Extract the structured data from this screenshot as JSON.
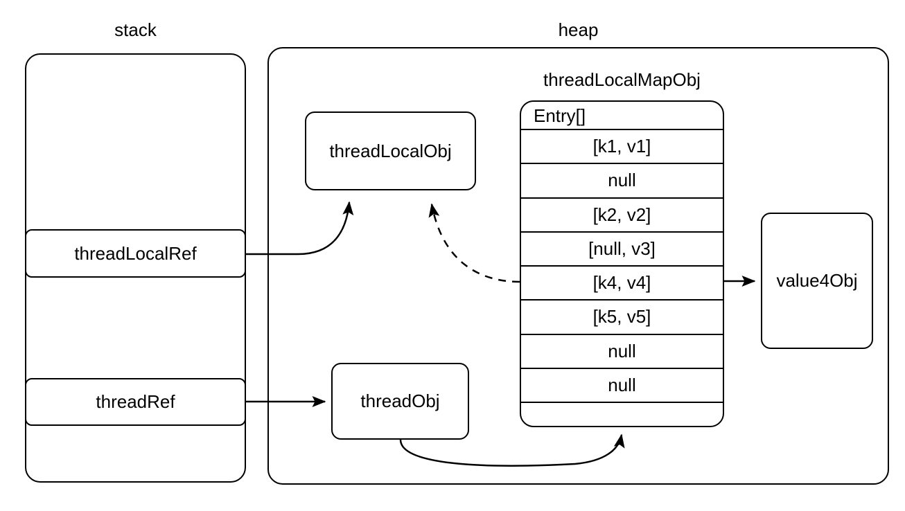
{
  "diagram": {
    "title_stack": "stack",
    "title_heap": "heap",
    "stack": {
      "label": "stack",
      "slots": [
        {
          "name": "threadLocalRef",
          "label": "threadLocalRef"
        },
        {
          "name": "threadRef",
          "label": "threadRef"
        }
      ]
    },
    "heap": {
      "label": "heap",
      "objects": [
        {
          "name": "threadLocalObj",
          "label": "threadLocalObj"
        },
        {
          "name": "threadObj",
          "label": "threadObj"
        },
        {
          "name": "value4Obj",
          "label": "value4Obj"
        }
      ],
      "map_object": {
        "label": "threadLocalMapObj",
        "array_title": "Entry[]",
        "entries": [
          "[k1, v1]",
          "null",
          "[k2, v2]",
          "[null, v3]",
          "[k4, v4]",
          "[k5, v5]",
          "null",
          "null"
        ]
      }
    },
    "edges": [
      {
        "from": "threadLocalRef",
        "to": "threadLocalObj",
        "style": "solid"
      },
      {
        "from": "entry-k4-v4",
        "to": "threadLocalObj",
        "style": "dashed"
      },
      {
        "from": "threadRef",
        "to": "threadObj",
        "style": "solid"
      },
      {
        "from": "threadObj",
        "to": "threadLocalMapObj",
        "style": "solid"
      },
      {
        "from": "entry-k4-v4",
        "to": "value4Obj",
        "style": "solid"
      }
    ],
    "colors": {
      "stroke": "#000000",
      "background": "#ffffff"
    }
  }
}
